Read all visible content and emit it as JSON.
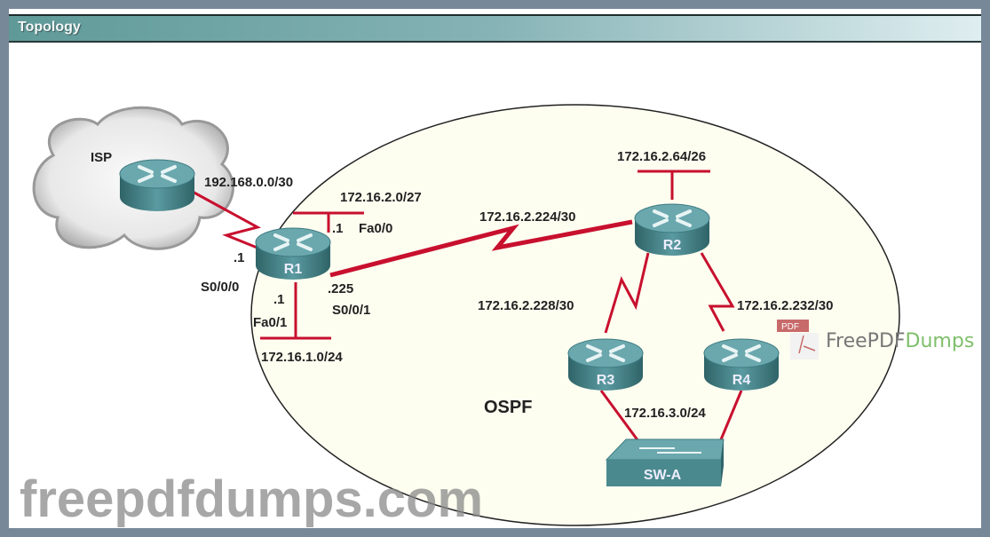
{
  "header": {
    "title": "Topology"
  },
  "area_label": "OSPF",
  "devices": {
    "isp": "ISP",
    "r1": "R1",
    "r2": "R2",
    "r3": "R3",
    "r4": "R4",
    "switch": "SW-A"
  },
  "networks": {
    "isp_r1": "192.168.0.0/30",
    "r1_fa00": "172.16.2.0/27",
    "r1_r2": "172.16.2.224/30",
    "r2_lan": "172.16.2.64/26",
    "r2_r3": "172.16.2.228/30",
    "r2_r4": "172.16.2.232/30",
    "r1_fa01": "172.16.1.0/24",
    "r3_r4_sw": "172.16.3.0/24"
  },
  "interfaces": {
    "r1_s000_ip": ".1",
    "r1_s000": "S0/0/0",
    "r1_fa00_ip": ".1",
    "r1_fa00": "Fa0/0",
    "r1_fa01_ip": ".1",
    "r1_fa01": "Fa0/1",
    "r1_s001_ip": ".225",
    "r1_s001": "S0/0/1"
  },
  "watermark": "freepdfdumps.com",
  "logo": {
    "badge": "PDF",
    "text_a": "FreePDF",
    "text_b": "Dumps"
  },
  "colors": {
    "link": "#c8102e",
    "router": "#4a8a8f",
    "area": "#fdfdf0"
  }
}
